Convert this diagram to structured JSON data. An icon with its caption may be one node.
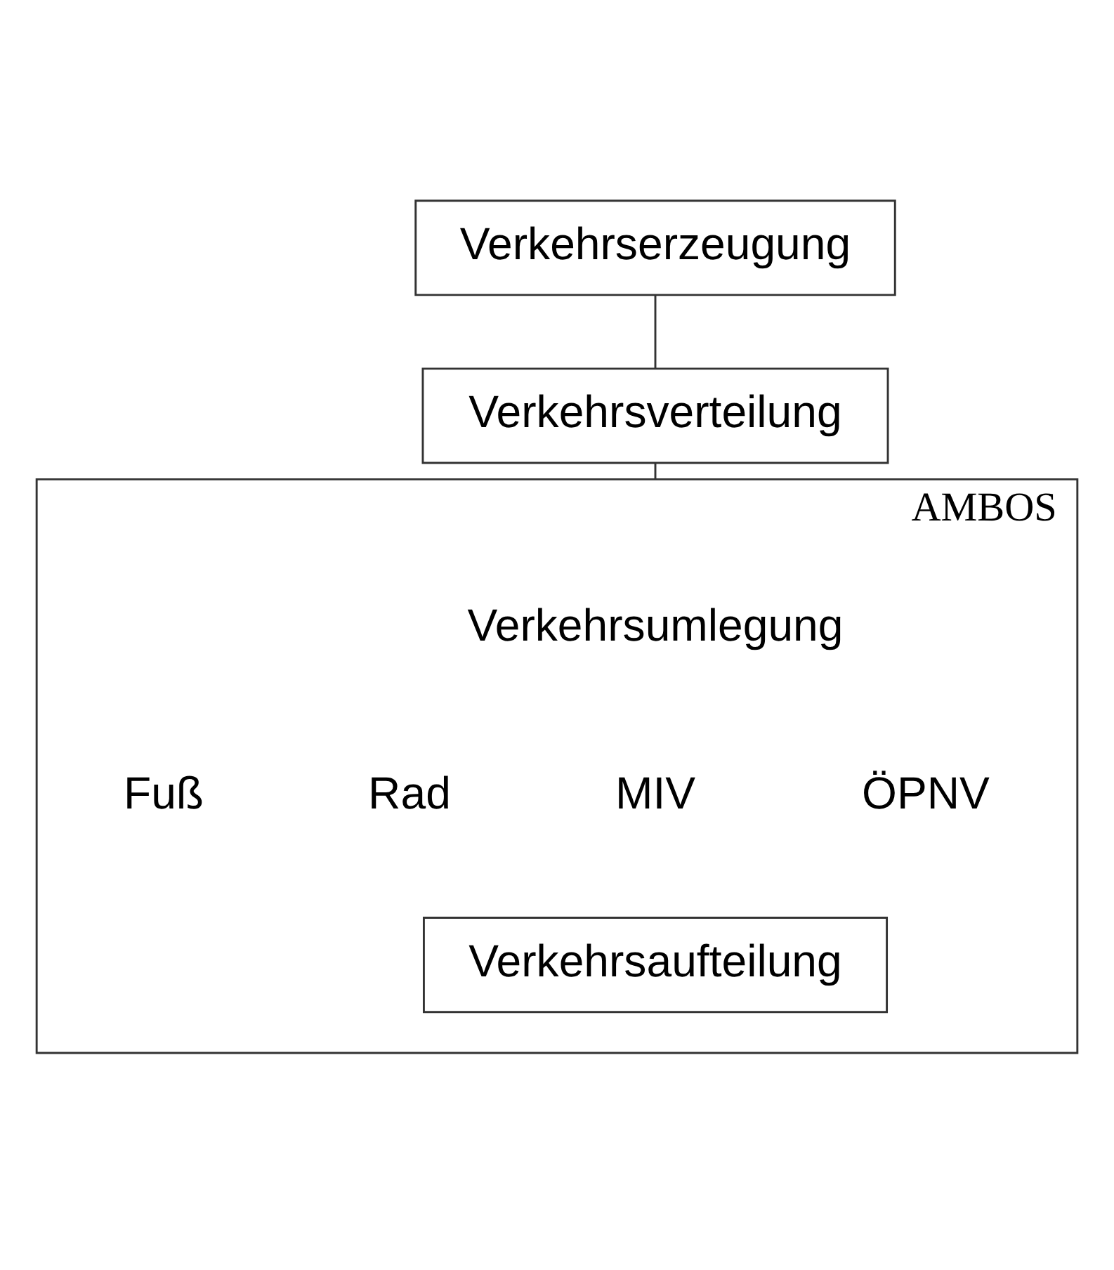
{
  "diagram": {
    "nodes": [
      {
        "text": [
          "Verkehrserzeugung"
        ]
      },
      {
        "text": [
          "Verkehrsverteilung"
        ]
      },
      {
        "text": [
          "AMBOS"
        ]
      },
      {
        "text": [
          "Verkehrsaufteilung"
        ],
        "in": 2
      }
    ],
    "edges": [
      {
        "from": 0,
        "to": 1,
        "arrow": "none"
      },
      {
        "from": 1,
        "to": 2,
        "arrow": "none"
      }
    ],
    "labels": [
      "Verkehrsumlegung",
      "Fuß",
      "Rad",
      "MIV",
      "ÖPNV"
    ]
  }
}
